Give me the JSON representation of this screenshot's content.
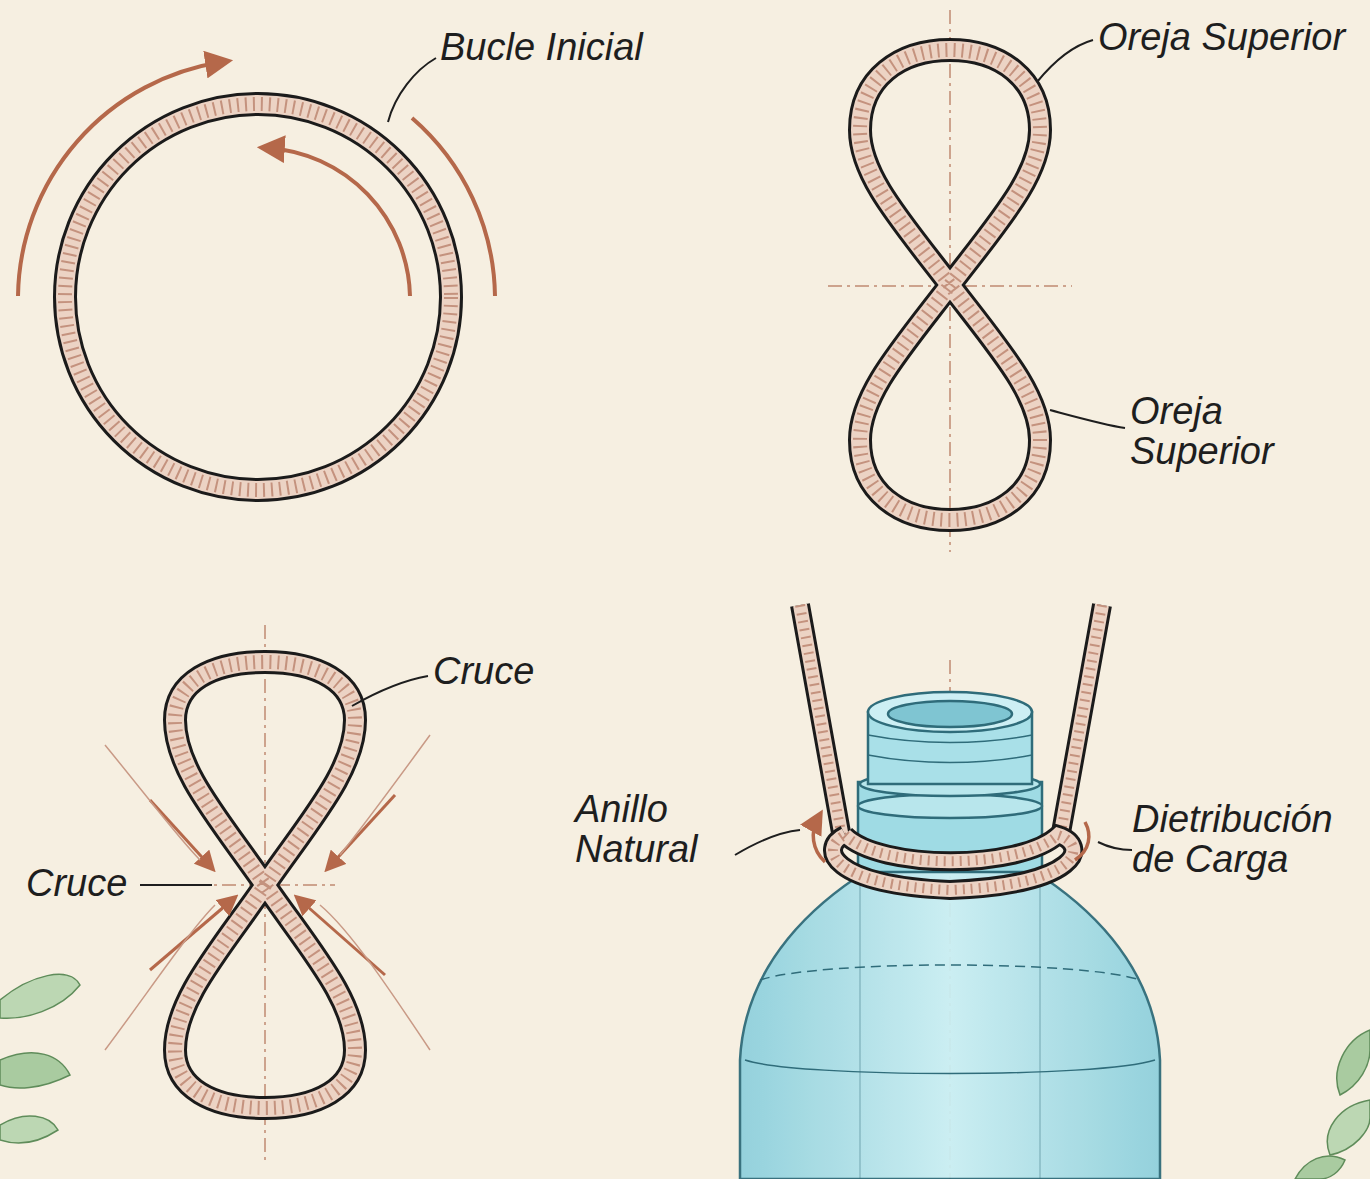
{
  "diagram": {
    "labels": [
      "Bucle Inicial",
      "Oreja Superior",
      "Oreja Superior",
      "Cruce",
      "Cruce",
      "Anillo Natural",
      "Dietribución de Carga"
    ]
  }
}
